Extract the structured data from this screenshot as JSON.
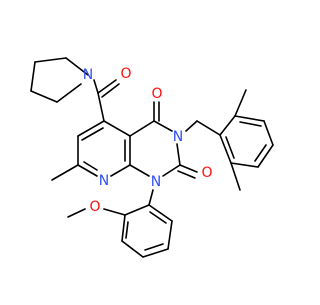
{
  "molecule": {
    "colors": {
      "bond": "#000000",
      "oxygen": "#ff0d0d",
      "nitrogen": "#3050f8",
      "background": "#ffffff"
    },
    "atom_labels": {
      "o_amide": "O",
      "n_pyrrolidine": "N",
      "o_c4": "O",
      "n3": "N",
      "o_c2": "O",
      "n8": "N",
      "n1": "N",
      "o_methoxy": "O"
    }
  }
}
